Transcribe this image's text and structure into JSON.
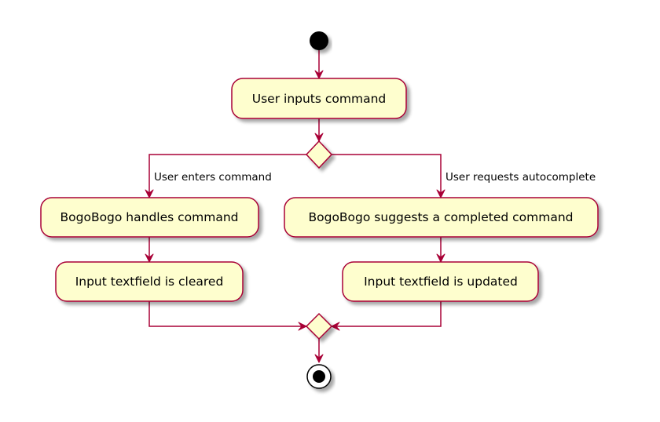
{
  "diagram": {
    "actions": {
      "inputs_command": "User inputs command",
      "handles_command": "BogoBogo handles command",
      "textfield_cleared": "Input textfield is cleared",
      "suggests_command": "BogoBogo suggests a completed command",
      "textfield_updated": "Input textfield is updated"
    },
    "guards": {
      "left": "User enters command",
      "right": "User requests autocomplete"
    }
  },
  "colors": {
    "action_fill": "#fefece",
    "outline": "#a80036",
    "start_fill": "#000000"
  }
}
